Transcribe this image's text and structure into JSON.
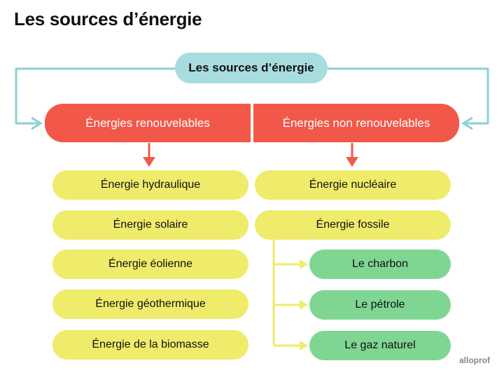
{
  "title": "Les sources d’énergie",
  "root": {
    "label": "Les sources d’énergie"
  },
  "categories": [
    {
      "label": "Énergies renouvelables",
      "items": [
        "Énergie hydraulique",
        "Énergie solaire",
        "Énergie éolienne",
        "Énergie géothermique",
        "Énergie de la biomasse"
      ]
    },
    {
      "label": "Énergies non renouvelables",
      "items": [
        "Énergie nucléaire",
        "Énergie fossile"
      ],
      "fossil_subtypes": [
        "Le charbon",
        "Le pétrole",
        "Le gaz naturel"
      ]
    }
  ],
  "colors": {
    "root": "#a8dde0",
    "category": "#f2584a",
    "source": "#eeec6a",
    "fossil_subtype": "#7fd693",
    "root_connector": "#8ccfd6",
    "category_arrow": "#f2584a",
    "fossil_connector": "#eeec6a"
  },
  "logo": {
    "name": "alloprof-logo",
    "text": "alloprof"
  }
}
